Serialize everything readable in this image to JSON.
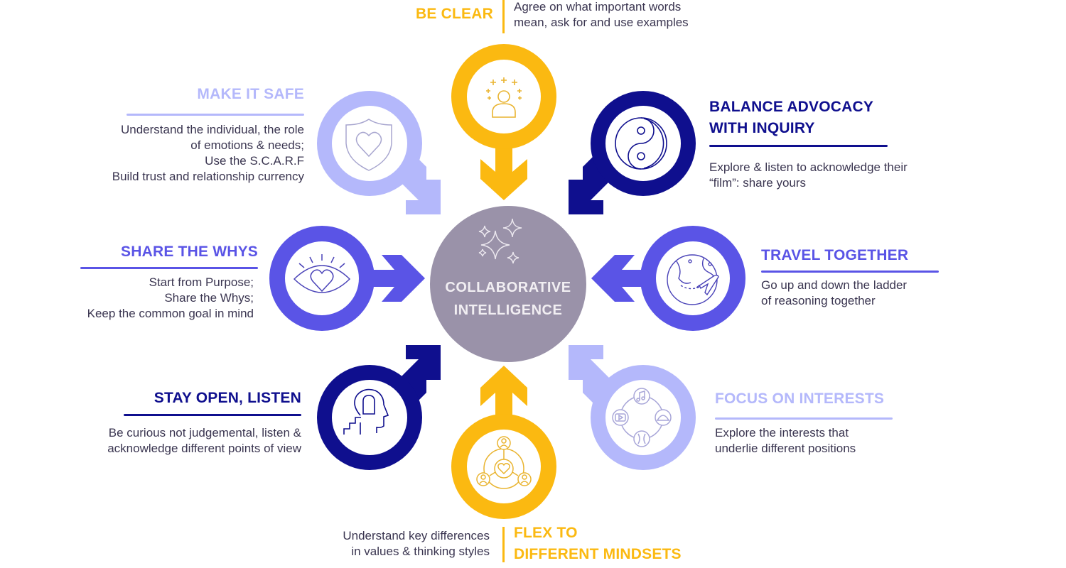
{
  "center": {
    "line1": "COLLABORATIVE",
    "line2": "INTELLIGENCE",
    "icon": "sparkles-icon",
    "color": "#9a92a9"
  },
  "colors": {
    "yellow": "#fbb911",
    "light": "#b4b8fb",
    "medium": "#5a54e6",
    "navy": "#0f0f8e",
    "text": "#3a3550"
  },
  "nodes": {
    "be_clear": {
      "title": "BE CLEAR",
      "desc": [
        "Agree on what important words",
        "mean, ask for and use examples"
      ],
      "icon": "person-sparkles-icon"
    },
    "make_it_safe": {
      "title": "MAKE IT SAFE",
      "desc": [
        "Understand the individual, the role",
        "of emotions & needs;",
        "Use the S.C.A.R.F",
        "Build trust and relationship currency"
      ],
      "icon": "shield-heart-icon"
    },
    "balance": {
      "title_line1": "BALANCE ADVOCACY",
      "title_line2": "WITH INQUIRY",
      "desc": [
        "Explore & listen to acknowledge their",
        "“film”: share yours"
      ],
      "icon": "yin-yang-icon"
    },
    "share_whys": {
      "title": "SHARE THE WHYS",
      "desc": [
        "Start from Purpose;",
        "Share the Whys;",
        "Keep the common goal in mind"
      ],
      "icon": "eye-heart-icon"
    },
    "travel": {
      "title": "TRAVEL TOGETHER",
      "desc": [
        "Go up and down the ladder",
        "of reasoning together"
      ],
      "icon": "globe-plane-icon"
    },
    "stay_open": {
      "title": "STAY OPEN, LISTEN",
      "desc": [
        "Be curious not judgemental, listen &",
        "acknowledge different points of view"
      ],
      "icon": "head-door-stairs-icon"
    },
    "focus": {
      "title": "FOCUS ON INTERESTS",
      "desc": [
        "Explore the interests that",
        "underlie different positions"
      ],
      "icon": "interests-cycle-icon"
    },
    "flex": {
      "title_line1": "FLEX TO",
      "title_line2": "DIFFERENT MINDSETS",
      "desc": [
        "Understand key differences",
        "in values & thinking styles"
      ],
      "icon": "people-heart-network-icon"
    }
  }
}
